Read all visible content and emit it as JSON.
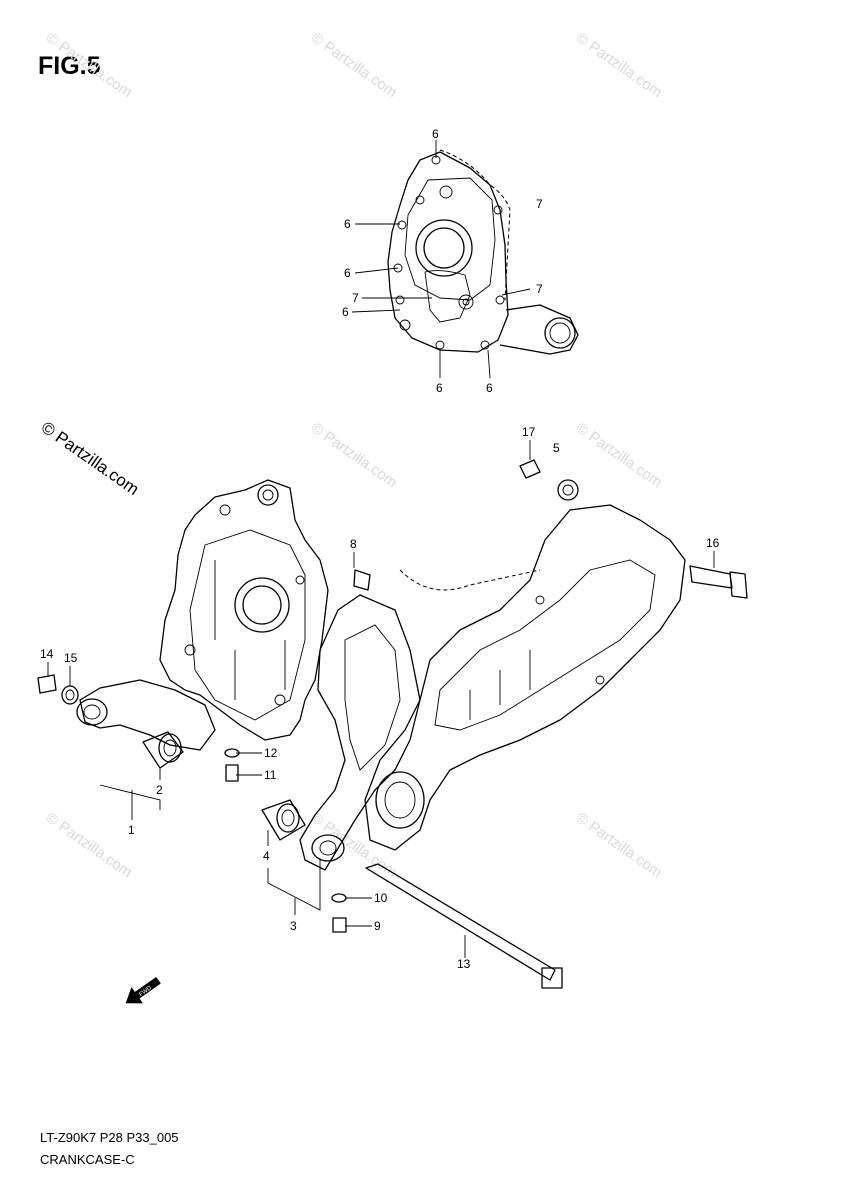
{
  "figure": {
    "title": "FIG.5"
  },
  "watermark": {
    "text": "© Partzilla.com",
    "big_text": "© Partzilla.com"
  },
  "callouts": {
    "top_6a": "6",
    "top_6b": "6",
    "top_6c": "6",
    "top_6d": "6",
    "top_6e": "6",
    "top_6f": "6",
    "top_7a": "7",
    "top_7b": "7",
    "top_7c": "7",
    "p1": "1",
    "p2": "2",
    "p3": "3",
    "p4": "4",
    "p5": "5",
    "p8": "8",
    "p9": "9",
    "p10": "10",
    "p11": "11",
    "p12": "12",
    "p13": "13",
    "p14": "14",
    "p15": "15",
    "p16": "16",
    "p17": "17"
  },
  "fwd_label": "FWD",
  "footer": {
    "code": "LT-Z90K7 P28 P33_005",
    "name": "CRANKCASE-C"
  }
}
